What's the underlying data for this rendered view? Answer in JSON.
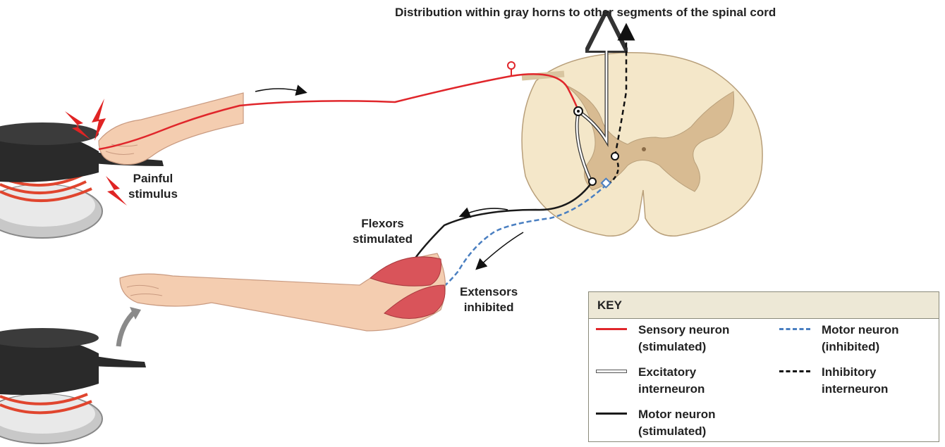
{
  "labels": {
    "title": "Distribution within gray horns to other segments of the spinal cord",
    "painful": "Painful\nstimulus",
    "flexors": "Flexors\nstimulated",
    "extensors": "Extensors\ninhibited"
  },
  "key": {
    "header": "KEY",
    "items": [
      {
        "label": "Sensory neuron\n(stimulated)",
        "style": "red"
      },
      {
        "label": "Motor neuron\n(inhibited)",
        "style": "blue-dashed"
      },
      {
        "label": "Excitatory\ninterneuron",
        "style": "white"
      },
      {
        "label": "Inhibitory\ninterneuron",
        "style": "black-dashed"
      },
      {
        "label": "Motor neuron\n(stimulated)",
        "style": "black"
      }
    ]
  },
  "colors": {
    "sensory": "#e0262b",
    "motor_inhibited": "#4a7fc1",
    "motor_stimulated": "#1a1a1a",
    "skin": "#f4cdb0",
    "cord_white_matter": "#f4e7c9",
    "cord_gray_matter": "#d8bb92",
    "muscle": "#d9545a"
  }
}
